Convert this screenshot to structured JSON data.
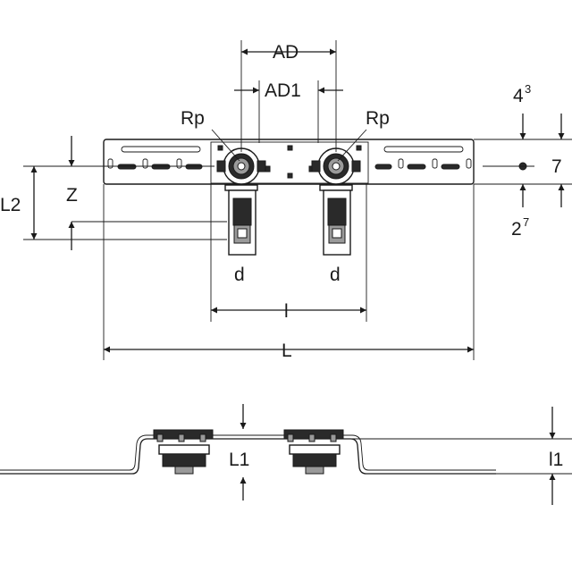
{
  "labels": {
    "ad": "AD",
    "ad1": "AD1",
    "rp_left": "Rp",
    "rp_right": "Rp",
    "dim_4_base": "4",
    "dim_4_sup": "3",
    "dim_7": "7",
    "dim_2_base": "2",
    "dim_2_sup": "7",
    "l2": "L2",
    "z": "Z",
    "d_left": "d",
    "d_right": "d",
    "l_small": "l",
    "l_big": "L",
    "l1": "L1",
    "l1_right": "l1"
  }
}
